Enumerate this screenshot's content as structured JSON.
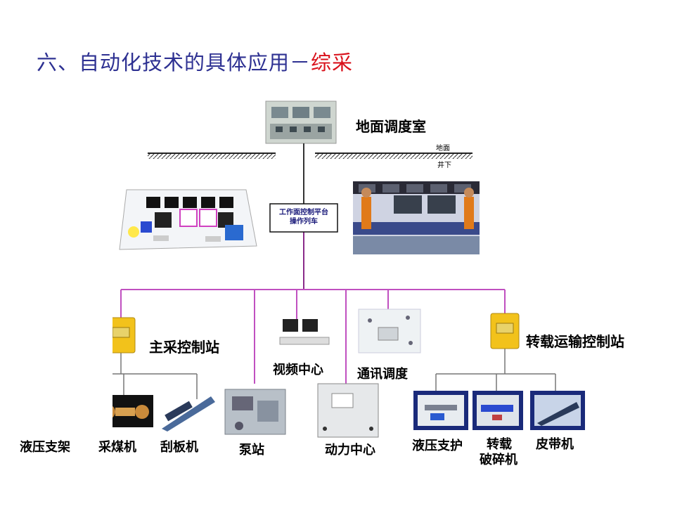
{
  "title": {
    "main": "六、自动化技术的具体应用－",
    "accent": "综采"
  },
  "colors": {
    "title": "#2e3192",
    "accent": "#d9111b",
    "bus": "#c050c0",
    "stations": "#f2c21b"
  },
  "nodes": {
    "surface_dispatch": "地面调度室",
    "ground": "地面",
    "underground": "井下",
    "platform_line1": "工作面控制平台",
    "platform_line2": "操作列车",
    "main_station": "主采控制站",
    "video_center": "视频中心",
    "comm_dispatch": "通讯调度",
    "transfer_station": "转载运输控制站"
  },
  "equipment": {
    "hydraulic_support": "液压支架",
    "shearer": "采煤机",
    "scraper": "刮板机",
    "pump_station": "泵站",
    "power_center": "动力中心",
    "hydraulic_protect": "液压支护",
    "crusher_line1": "转载",
    "crusher_line2": "破碎机",
    "belt": "皮带机"
  }
}
